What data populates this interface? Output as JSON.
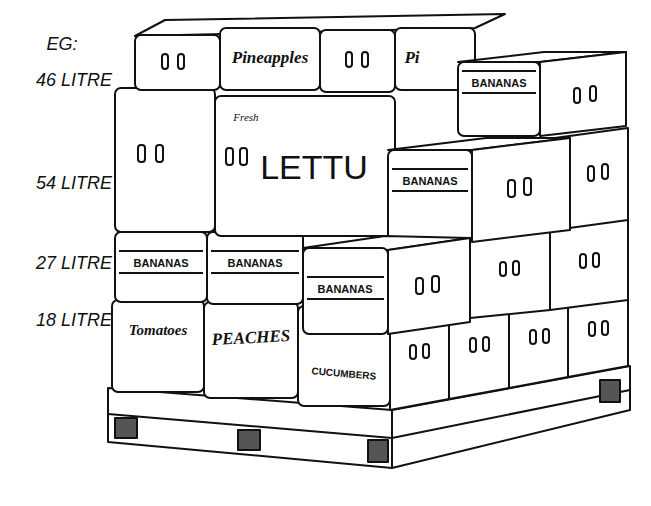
{
  "diagram": {
    "labels": [
      "EG:",
      "46 LITRE",
      "54 LITRE",
      "27 LITRE",
      "18 LITRE",
      "Pineapples",
      "Pi",
      "BANANAS",
      "Fresh",
      "LETTU",
      "BANANAS",
      "BANANAS",
      "BANANAS",
      "BANANAS",
      "Tomatoes",
      "PEACHES",
      "CUCUMBERS"
    ]
  }
}
